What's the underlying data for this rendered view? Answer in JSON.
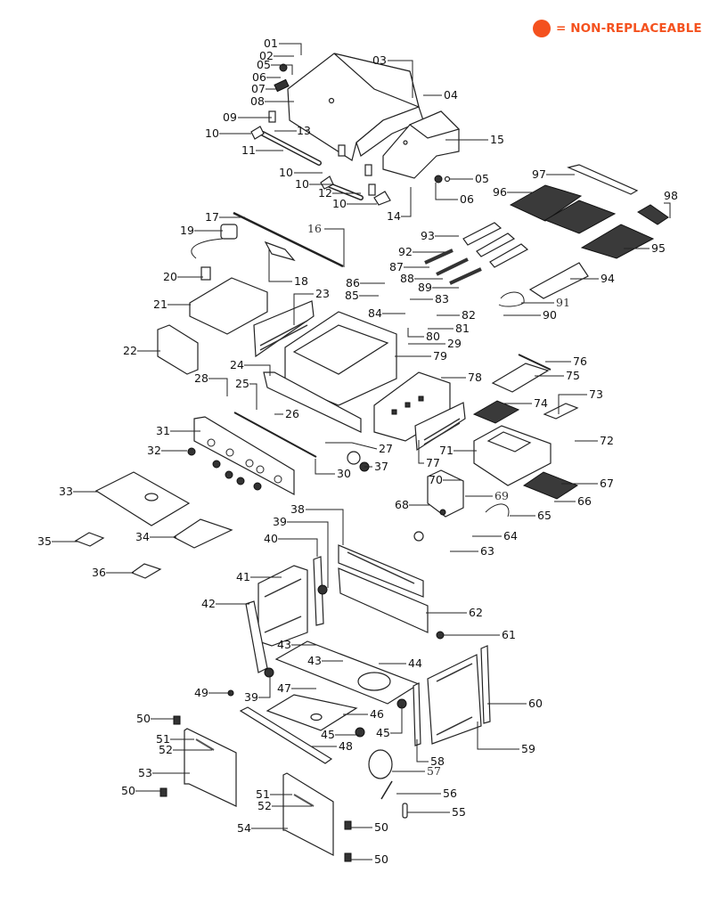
{
  "legend": {
    "marker_color": "#f4511e",
    "text": "= NON-REPLACEABLE"
  },
  "diagram": {
    "title": "Grill exploded parts diagram",
    "labels": [
      {
        "id": "01",
        "text": "01"
      },
      {
        "id": "02",
        "text": "02"
      },
      {
        "id": "03",
        "text": "03"
      },
      {
        "id": "04",
        "text": "04"
      },
      {
        "id": "05a",
        "text": "05"
      },
      {
        "id": "05b",
        "text": "05"
      },
      {
        "id": "06a",
        "text": "06"
      },
      {
        "id": "06b",
        "text": "06"
      },
      {
        "id": "07",
        "text": "07"
      },
      {
        "id": "08",
        "text": "08"
      },
      {
        "id": "09",
        "text": "09"
      },
      {
        "id": "10a",
        "text": "10"
      },
      {
        "id": "10b",
        "text": "10"
      },
      {
        "id": "10c",
        "text": "10"
      },
      {
        "id": "10d",
        "text": "10"
      },
      {
        "id": "11",
        "text": "11"
      },
      {
        "id": "12",
        "text": "12"
      },
      {
        "id": "13",
        "text": "13"
      },
      {
        "id": "14",
        "text": "14"
      },
      {
        "id": "15",
        "text": "15"
      },
      {
        "id": "16",
        "text": "16",
        "serif": true
      },
      {
        "id": "17",
        "text": "17"
      },
      {
        "id": "18",
        "text": "18"
      },
      {
        "id": "19",
        "text": "19"
      },
      {
        "id": "20",
        "text": "20"
      },
      {
        "id": "21",
        "text": "21"
      },
      {
        "id": "22",
        "text": "22"
      },
      {
        "id": "23",
        "text": "23"
      },
      {
        "id": "24",
        "text": "24"
      },
      {
        "id": "25",
        "text": "25"
      },
      {
        "id": "26",
        "text": "26"
      },
      {
        "id": "27",
        "text": "27"
      },
      {
        "id": "28",
        "text": "28"
      },
      {
        "id": "29",
        "text": "29"
      },
      {
        "id": "30",
        "text": "30"
      },
      {
        "id": "31",
        "text": "31"
      },
      {
        "id": "32",
        "text": "32"
      },
      {
        "id": "33",
        "text": "33"
      },
      {
        "id": "34",
        "text": "34"
      },
      {
        "id": "35",
        "text": "35"
      },
      {
        "id": "36",
        "text": "36"
      },
      {
        "id": "37",
        "text": "37"
      },
      {
        "id": "38",
        "text": "38"
      },
      {
        "id": "39a",
        "text": "39"
      },
      {
        "id": "39b",
        "text": "39"
      },
      {
        "id": "40",
        "text": "40"
      },
      {
        "id": "41",
        "text": "41"
      },
      {
        "id": "42",
        "text": "42"
      },
      {
        "id": "43a",
        "text": "43"
      },
      {
        "id": "43b",
        "text": "43"
      },
      {
        "id": "44",
        "text": "44"
      },
      {
        "id": "45a",
        "text": "45"
      },
      {
        "id": "45b",
        "text": "45"
      },
      {
        "id": "46",
        "text": "46"
      },
      {
        "id": "47",
        "text": "47"
      },
      {
        "id": "48",
        "text": "48"
      },
      {
        "id": "49",
        "text": "49"
      },
      {
        "id": "50a",
        "text": "50"
      },
      {
        "id": "50b",
        "text": "50"
      },
      {
        "id": "50c",
        "text": "50"
      },
      {
        "id": "50d",
        "text": "50"
      },
      {
        "id": "51a",
        "text": "51"
      },
      {
        "id": "51b",
        "text": "51"
      },
      {
        "id": "52a",
        "text": "52"
      },
      {
        "id": "52b",
        "text": "52"
      },
      {
        "id": "53",
        "text": "53"
      },
      {
        "id": "54",
        "text": "54"
      },
      {
        "id": "55",
        "text": "55"
      },
      {
        "id": "56",
        "text": "56"
      },
      {
        "id": "57",
        "text": "57",
        "serif": true
      },
      {
        "id": "58",
        "text": "58"
      },
      {
        "id": "59",
        "text": "59"
      },
      {
        "id": "60",
        "text": "60"
      },
      {
        "id": "61",
        "text": "61"
      },
      {
        "id": "62",
        "text": "62"
      },
      {
        "id": "63",
        "text": "63"
      },
      {
        "id": "64",
        "text": "64"
      },
      {
        "id": "65",
        "text": "65"
      },
      {
        "id": "66",
        "text": "66"
      },
      {
        "id": "67",
        "text": "67"
      },
      {
        "id": "68",
        "text": "68"
      },
      {
        "id": "69",
        "text": "69",
        "serif": true
      },
      {
        "id": "70",
        "text": "70"
      },
      {
        "id": "71",
        "text": "71"
      },
      {
        "id": "72",
        "text": "72"
      },
      {
        "id": "73",
        "text": "73"
      },
      {
        "id": "74",
        "text": "74"
      },
      {
        "id": "75",
        "text": "75"
      },
      {
        "id": "76",
        "text": "76"
      },
      {
        "id": "77",
        "text": "77"
      },
      {
        "id": "78",
        "text": "78"
      },
      {
        "id": "79",
        "text": "79"
      },
      {
        "id": "80",
        "text": "80"
      },
      {
        "id": "81",
        "text": "81"
      },
      {
        "id": "82",
        "text": "82"
      },
      {
        "id": "83",
        "text": "83"
      },
      {
        "id": "84",
        "text": "84"
      },
      {
        "id": "85",
        "text": "85"
      },
      {
        "id": "86",
        "text": "86"
      },
      {
        "id": "87",
        "text": "87"
      },
      {
        "id": "88",
        "text": "88"
      },
      {
        "id": "89",
        "text": "89"
      },
      {
        "id": "90",
        "text": "90"
      },
      {
        "id": "91",
        "text": "91",
        "serif": true
      },
      {
        "id": "92",
        "text": "92"
      },
      {
        "id": "93",
        "text": "93"
      },
      {
        "id": "94",
        "text": "94"
      },
      {
        "id": "95",
        "text": "95"
      },
      {
        "id": "96",
        "text": "96"
      },
      {
        "id": "97",
        "text": "97"
      },
      {
        "id": "98",
        "text": "98"
      }
    ]
  }
}
